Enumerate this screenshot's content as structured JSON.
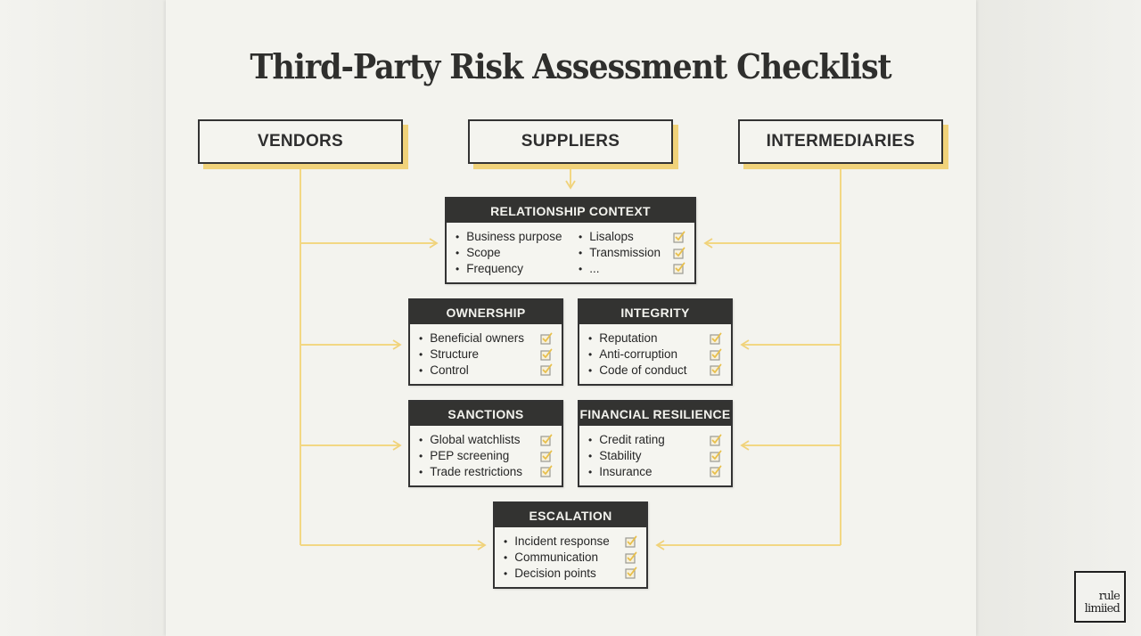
{
  "title": "Third-Party Risk Assessment Checklist",
  "sources": [
    {
      "label": "VENDORS"
    },
    {
      "label": "SUPPLIERS"
    },
    {
      "label": "INTERMEDIARIES"
    }
  ],
  "cards": {
    "relationship_context": {
      "title": "RELATIONSHIP CONTEXT",
      "left_items": [
        "Business purpose",
        "Scope",
        "Frequency"
      ],
      "right_items": [
        "Lisalops",
        "Transmission",
        "..."
      ]
    },
    "ownership": {
      "title": "OWNERSHIP",
      "items": [
        "Beneficial owners",
        "Structure",
        "Control"
      ]
    },
    "integrity": {
      "title": "INTEGRITY",
      "items": [
        "Reputation",
        "Anti-corruption",
        "Code of conduct"
      ]
    },
    "sanctions": {
      "title": "SANCTIONS",
      "items": [
        "Global watchlists",
        "PEP screening",
        "Trade restrictions"
      ]
    },
    "financial_resilience": {
      "title": "FINANCIAL RESILIENCE",
      "items": [
        "Credit rating",
        "Stability",
        "Insurance"
      ]
    },
    "escalation": {
      "title": "ESCALATION",
      "items": [
        "Incident response",
        "Communication",
        "Decision points"
      ]
    }
  },
  "icons": {
    "checkbox": "checked-box-icon",
    "arrow": "arrow-icon"
  },
  "colors": {
    "accent_yellow": "#f0d27a",
    "card_header": "#333331",
    "background": "#f3f3ee",
    "text": "#2b2b2b"
  },
  "logo": {
    "line1": "rule",
    "line2": "limiied"
  }
}
